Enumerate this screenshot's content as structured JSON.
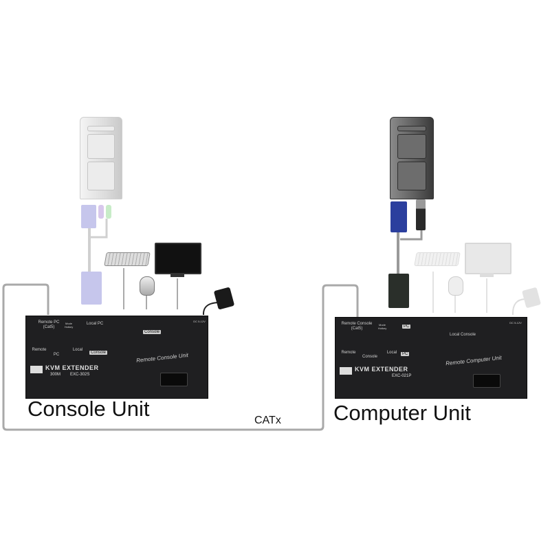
{
  "captions": {
    "console_unit": "Console Unit",
    "computer_unit": "Computer Unit",
    "cable": "CATx"
  },
  "console_unit": {
    "port_remote_pc": "Remote PC\n(Cat5)",
    "port_local_pc": "Local PC",
    "port_console": "Console",
    "power": "DC 5-12V",
    "switch": "Mode Hotkey",
    "led_remote": "Remote",
    "led_pc": "PC",
    "led_local": "Local",
    "led_console_badge": "Console",
    "brand": "KVM EXTENDER",
    "distance": "300M",
    "model": "EXC-302S",
    "unit_name": "Remote Console Unit"
  },
  "computer_unit": {
    "port_remote_console": "Remote Console\n(Cat5)",
    "port_pc": "PC",
    "port_local_console": "Local Console",
    "power": "DC 5-12V",
    "switch": "Mode Hotkey",
    "led_remote": "Remote",
    "led_console": "Console",
    "led_local": "Local",
    "led_pc_badge": "PC",
    "brand": "KVM EXTENDER",
    "model": "EXC-021P",
    "unit_name": "Remote Computer Unit"
  },
  "colors": {
    "unit_body": "#1f1f21",
    "cable": "#a8a8a8",
    "vga_connector": "#2b3f9e",
    "faded_vga": "#b8b8e0"
  }
}
